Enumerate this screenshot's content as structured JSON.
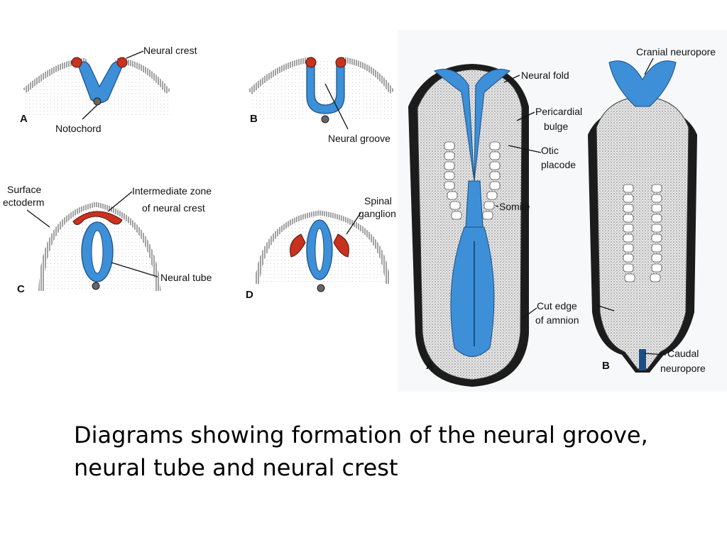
{
  "labels": {
    "neural_crest": "Neural crest",
    "notochord": "Notochord",
    "neural_groove": "Neural groove",
    "surface_ectoderm_1": "Surface",
    "surface_ectoderm_2": "ectoderm",
    "intermediate_zone_1": "Intermediate zone",
    "intermediate_zone_2": "of neural crest",
    "neural_tube": "Neural tube",
    "spinal_ganglion_1": "Spinal",
    "spinal_ganglion_2": "ganglion",
    "neural_fold": "Neural fold",
    "pericardial_bulge_1": "Pericardial",
    "pericardial_bulge_2": "bulge",
    "otic_placode_1": "Otic",
    "otic_placode_2": "placode",
    "somite": "Somite",
    "cut_edge_1": "Cut edge",
    "cut_edge_2": "of amnion",
    "cranial_neuropore": "Cranial neuropore",
    "caudal_neuropore_1": "Caudal",
    "caudal_neuropore_2": "neuropore"
  },
  "panels": {
    "a_left": "A",
    "b_left": "B",
    "c_left": "C",
    "d_left": "D",
    "a_right": "A",
    "b_right": "B"
  },
  "caption": "Diagrams showing formation of the neural groove, neural tube and neural crest",
  "colors": {
    "neural_tissue": "#3d8fd8",
    "neural_crest": "#c8321e",
    "ectoderm": "#555555"
  }
}
